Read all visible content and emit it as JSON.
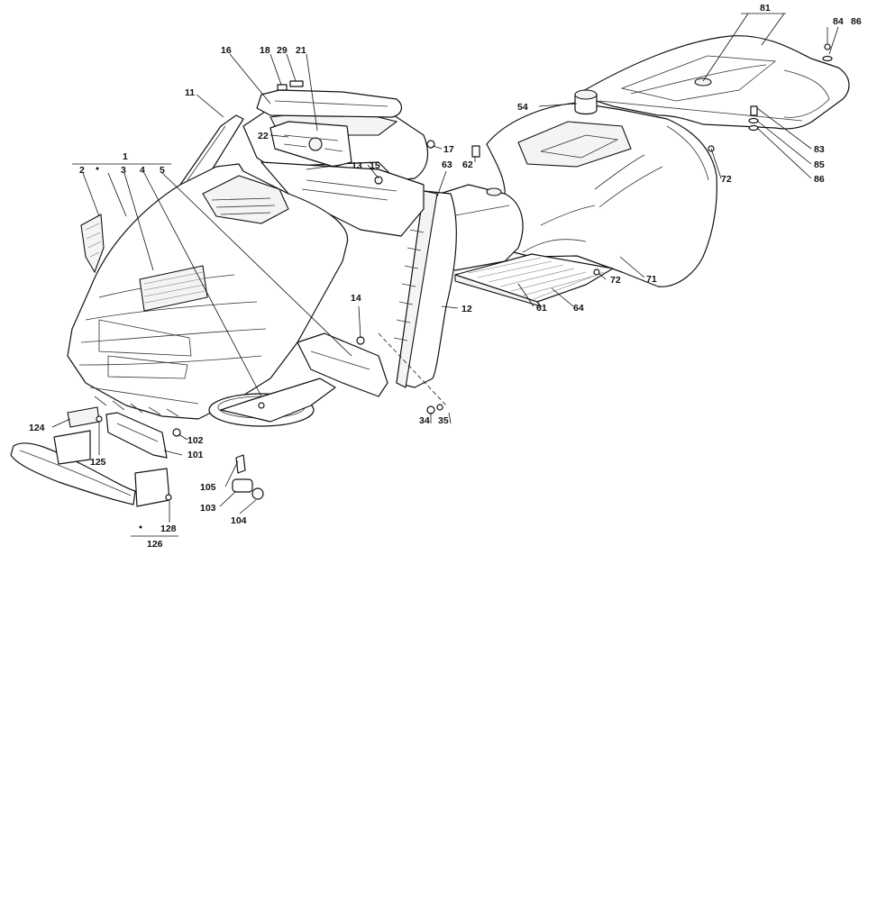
{
  "callouts": {
    "c1": "1",
    "c2": "2",
    "c3": "3",
    "c4": "4",
    "c5": "5",
    "c11": "11",
    "c12": "12",
    "c13": "13",
    "c14": "14",
    "c15": "15",
    "c16": "16",
    "c17": "17",
    "c18": "18",
    "c21": "21",
    "c22": "22",
    "c29": "29",
    "c34": "34",
    "c35": "35",
    "c54": "54",
    "c61": "61",
    "c62": "62",
    "c63": "63",
    "c64": "64",
    "c71": "71",
    "c72a": "72",
    "c72b": "72",
    "c81": "81",
    "c83": "83",
    "c84": "84",
    "c85": "85",
    "c86a": "86",
    "c86b": "86",
    "c101": "101",
    "c102": "102",
    "c103": "103",
    "c104": "104",
    "c105": "105",
    "c124": "124",
    "c125": "125",
    "c126": "126",
    "c128": "128"
  }
}
